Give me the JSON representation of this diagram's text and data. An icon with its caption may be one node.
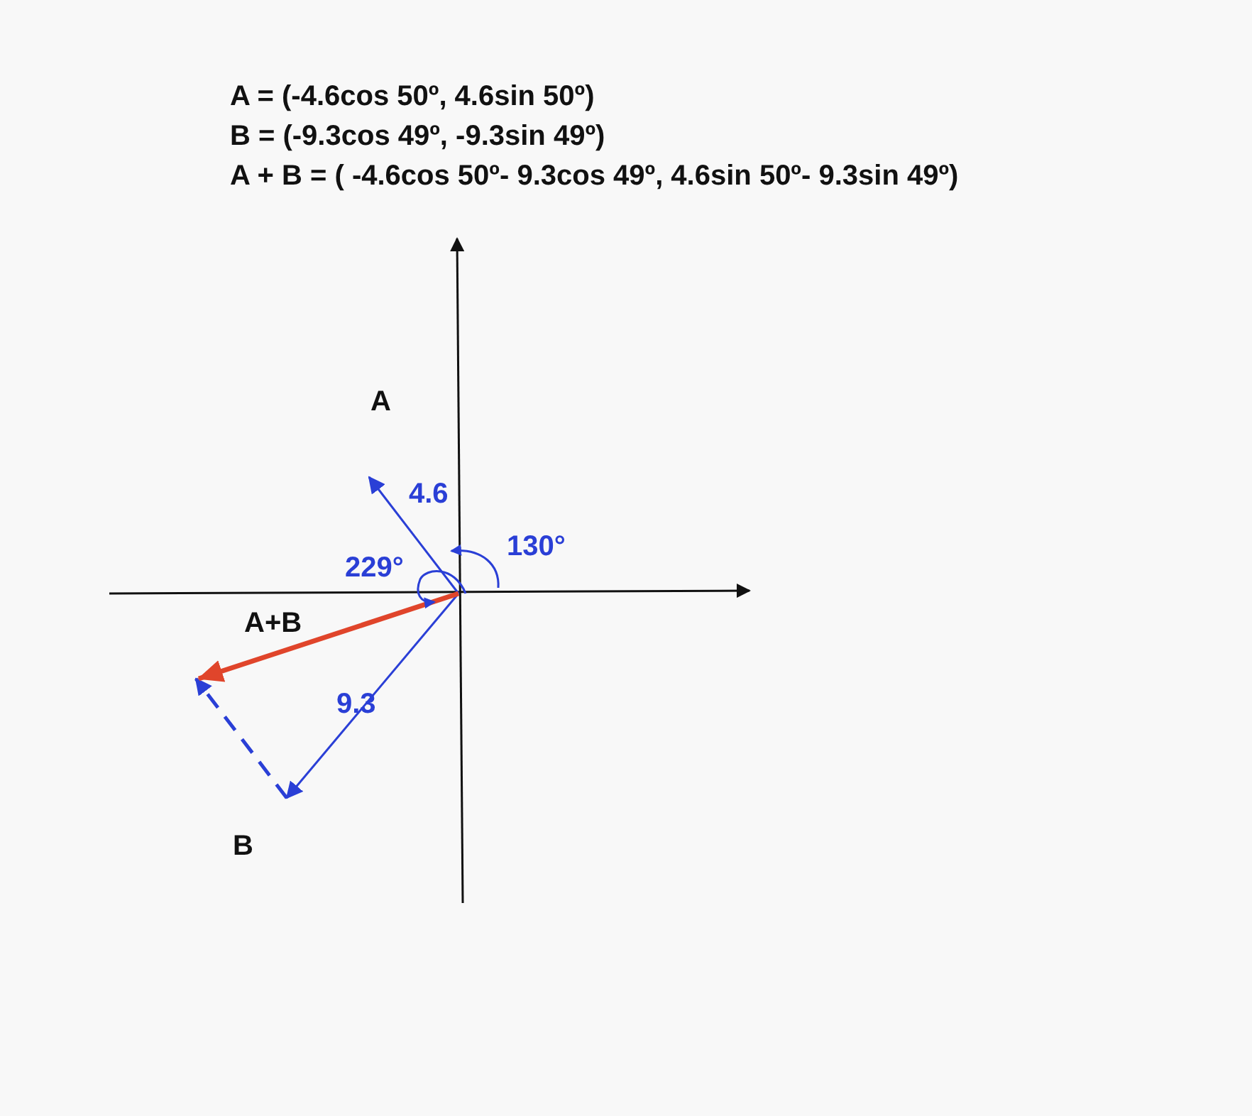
{
  "diagram": {
    "labels": [
      "A = (-4.6cos 50º, 4.6sin 50º)",
      "B = (-9.3cos 49º, -9.3sin 49º)",
      "A + B = ( -4.6cos 50º- 9.3cos 49º, 4.6sin 50º- 9.3sin 49º)",
      "A",
      "4.6",
      "130°",
      "229°",
      "A+B",
      "9.3",
      "B"
    ]
  }
}
